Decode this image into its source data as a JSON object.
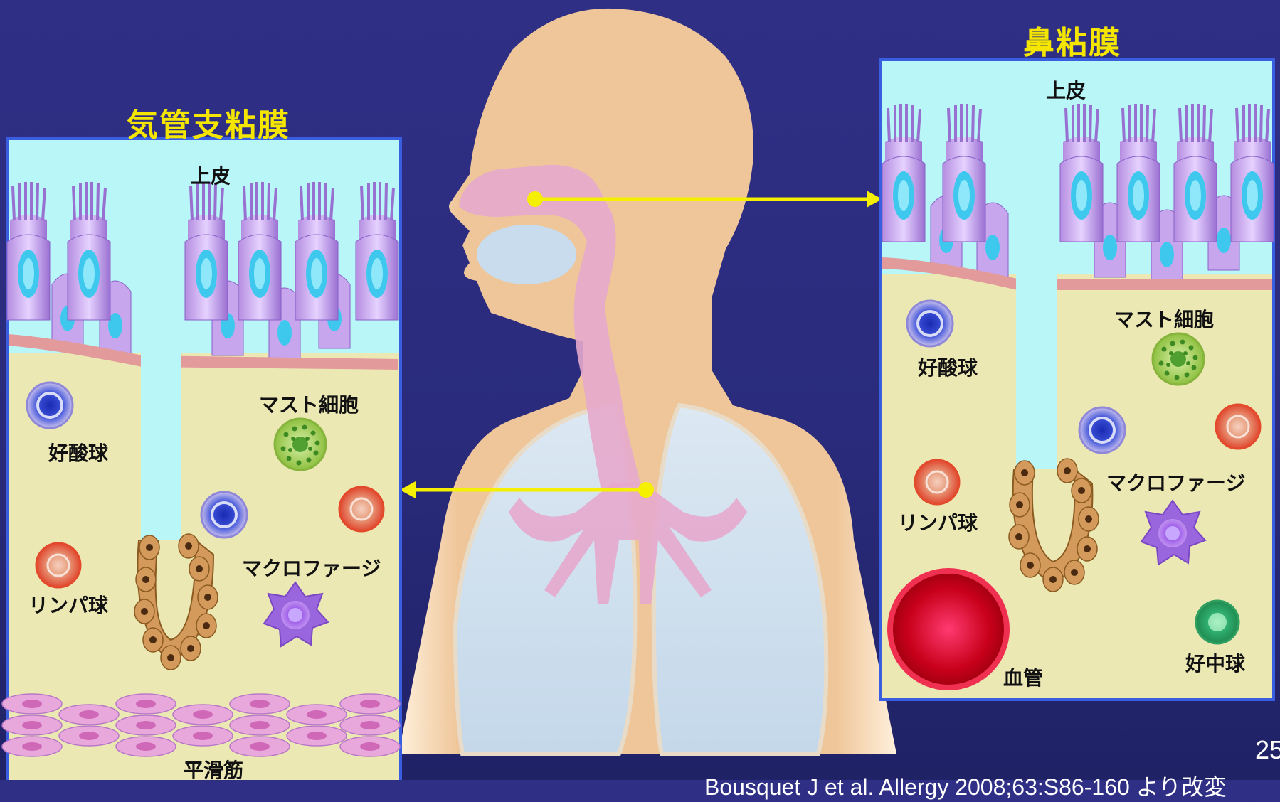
{
  "left_panel": {
    "title": "気管支粘膜",
    "epithelium": "上皮",
    "eosinophil": "好酸球",
    "mast_cell": "マスト細胞",
    "lymphocyte": "リンパ球",
    "macrophage": "マクロファージ",
    "smooth_muscle": "平滑筋"
  },
  "right_panel": {
    "title": "鼻粘膜",
    "epithelium": "上皮",
    "eosinophil": "好酸球",
    "mast_cell": "マスト細胞",
    "lymphocyte": "リンパ球",
    "macrophage": "マクロファージ",
    "blood_vessel": "血管",
    "neutrophil": "好中球"
  },
  "footer": {
    "page_number": "25",
    "citation": "Bousquet J et al. Allergy 2008;63:S86-160 より改変"
  },
  "colors": {
    "background": "#2f2f86",
    "title": "#f4e600",
    "arrow": "#f4f000",
    "skin": "#efc69a",
    "airway": "#e4a6c8",
    "lung": "#cfe2ef"
  }
}
